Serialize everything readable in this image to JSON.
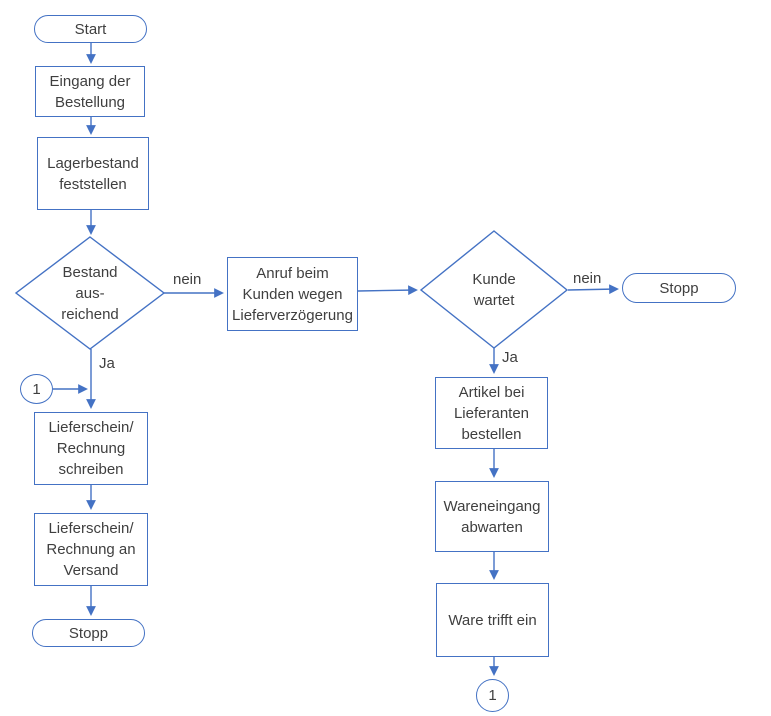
{
  "diagram": {
    "type": "flowchart",
    "language": "de",
    "colors": {
      "stroke": "#4472C4",
      "text": "#3F3F3F",
      "node_fill": "#FFFFFF"
    },
    "nodes": {
      "start": {
        "type": "terminator",
        "label": "Start"
      },
      "eingang": {
        "type": "process",
        "label": "Eingang der\nBestellung"
      },
      "lager": {
        "type": "process",
        "label": "Lagerbestand\nfeststellen"
      },
      "bestand": {
        "type": "decision",
        "label": "Bestand\naus-\nreichend"
      },
      "anruf": {
        "type": "process",
        "label": "Anruf beim\nKunden wegen\nLieferverzögerung"
      },
      "kunde": {
        "type": "decision",
        "label": "Kunde\nwartet"
      },
      "stopp_rechts": {
        "type": "terminator",
        "label": "Stopp"
      },
      "artikel": {
        "type": "process",
        "label": "Artikel bei\nLieferanten\nbestellen"
      },
      "wareneingang": {
        "type": "process",
        "label": "Wareneingang\nabwarten"
      },
      "ware": {
        "type": "process",
        "label": "Ware trifft ein"
      },
      "connector_links": {
        "type": "connector",
        "label": "1"
      },
      "lieferschein_schreiben": {
        "type": "process",
        "label": "Lieferschein/\nRechnung\nschreiben"
      },
      "lieferschein_versand": {
        "type": "process",
        "label": "Lieferschein/\nRechnung an\nVersand"
      },
      "stopp_links": {
        "type": "terminator",
        "label": "Stopp"
      },
      "connector_rechts": {
        "type": "connector",
        "label": "1"
      }
    },
    "edges": [
      {
        "from": "start",
        "to": "eingang"
      },
      {
        "from": "eingang",
        "to": "lager"
      },
      {
        "from": "lager",
        "to": "bestand"
      },
      {
        "from": "bestand",
        "to": "anruf",
        "label": "nein"
      },
      {
        "from": "bestand",
        "to": "lieferschein_schreiben",
        "label": "Ja"
      },
      {
        "from": "connector_links",
        "to": "lieferschein_schreiben"
      },
      {
        "from": "lieferschein_schreiben",
        "to": "lieferschein_versand"
      },
      {
        "from": "lieferschein_versand",
        "to": "stopp_links"
      },
      {
        "from": "anruf",
        "to": "kunde"
      },
      {
        "from": "kunde",
        "to": "stopp_rechts",
        "label": "nein"
      },
      {
        "from": "kunde",
        "to": "artikel",
        "label": "Ja"
      },
      {
        "from": "artikel",
        "to": "wareneingang"
      },
      {
        "from": "wareneingang",
        "to": "ware"
      },
      {
        "from": "ware",
        "to": "connector_rechts"
      }
    ]
  }
}
